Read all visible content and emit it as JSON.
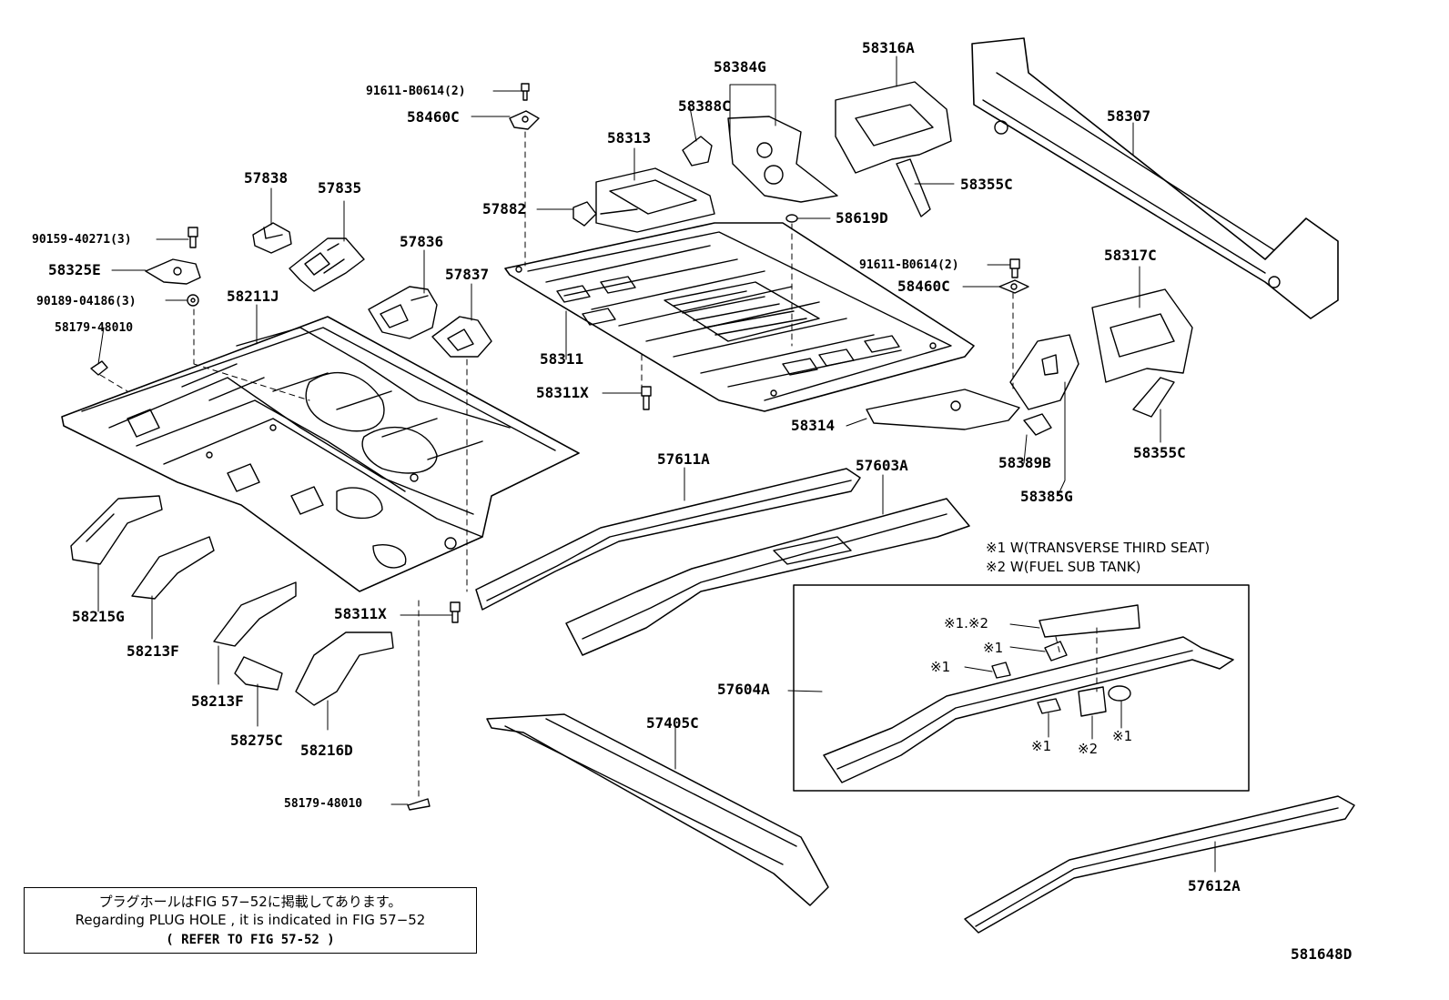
{
  "diagram_code": "581648D",
  "callouts": {
    "p58384G": "58384G",
    "p58316A": "58316A",
    "p58307": "58307",
    "p91611_top": "91611-B0614(2)",
    "p58460C_top": "58460C",
    "p58388C": "58388C",
    "p58313": "58313",
    "p58355C_top": "58355C",
    "p57838": "57838",
    "p57835": "57835",
    "p57882": "57882",
    "p58619D": "58619D",
    "p90159": "90159-40271(3)",
    "p57836": "57836",
    "p91611_right": "91611-B0614(2)",
    "p58317C": "58317C",
    "p58325E": "58325E",
    "p57837": "57837",
    "p58460C_right": "58460C",
    "p90189": "90189-04186(3)",
    "p58211J": "58211J",
    "p58179_top": "58179-48010",
    "p58311": "58311",
    "p58311X_mid": "58311X",
    "p58314": "58314",
    "p58355C_bottom": "58355C",
    "p57611A": "57611A",
    "p57603A": "57603A",
    "p58389B": "58389B",
    "p58385G": "58385G",
    "p58215G": "58215G",
    "p58311X_low": "58311X",
    "p58213F_a": "58213F",
    "p58213F_b": "58213F",
    "p58275C": "58275C",
    "p58216D": "58216D",
    "p57604A": "57604A",
    "p57405C": "57405C",
    "p58179_bottom": "58179-48010",
    "p57612A": "57612A"
  },
  "legend": {
    "note1": "※1 W(TRANSVERSE THIRD SEAT)",
    "note2": "※2 W(FUEL SUB TANK)"
  },
  "inset_marks": {
    "m12": "※1.※2",
    "m1a": "※1",
    "m1b": "※1",
    "m1c": "※1",
    "m2": "※2",
    "m1d": "※1"
  },
  "footnote": {
    "jp": "プラグホールはFIG 57−52に掲載してあります。",
    "en": "Regarding PLUG HOLE , it is indicated in FIG 57−52",
    "ref": "( REFER TO FIG 57-52 )"
  }
}
